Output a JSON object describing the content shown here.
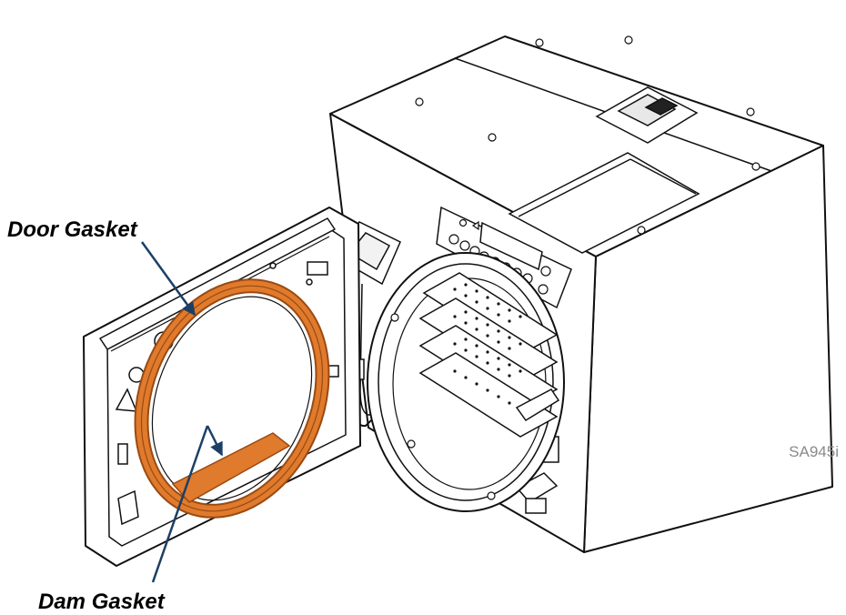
{
  "callouts": {
    "door_gasket": "Door Gasket",
    "dam_gasket": "Dam Gasket"
  },
  "figure_id": "SA945i",
  "colors": {
    "gasket": "#E07A2C",
    "gasket_edge": "#9A4A12",
    "leader": "#1D3F66",
    "outline": "#111111"
  }
}
